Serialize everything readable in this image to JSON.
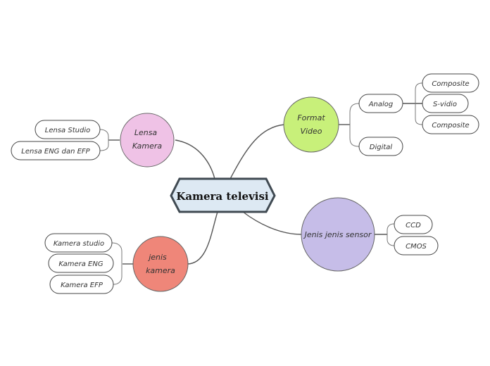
{
  "central": {
    "label": "Kamera televisi",
    "fill": "#dde9f3"
  },
  "topics": {
    "format_video": {
      "lines": [
        "Format",
        "Video"
      ],
      "fill": "#c8f07a",
      "children": {
        "analog": {
          "label": "Analog",
          "children": [
            "Composite",
            "S-vidio",
            "Composite"
          ]
        },
        "digital": {
          "label": "Digital"
        }
      }
    },
    "lensa_kamera": {
      "lines": [
        "Lensa",
        "Kamera"
      ],
      "fill": "#efc2e6",
      "children": [
        "Lensa Studio",
        "Lensa ENG dan EFP"
      ]
    },
    "jenis_sensor": {
      "lines": [
        "Jenis jenis sensor"
      ],
      "fill": "#c6bde8",
      "children": [
        "CCD",
        "CMOS"
      ]
    },
    "jenis_kamera": {
      "lines": [
        "jenis",
        "kamera"
      ],
      "fill": "#ef8679",
      "children": [
        "Kamera studio",
        "Kamera ENG",
        "Kamera EFP"
      ]
    }
  }
}
